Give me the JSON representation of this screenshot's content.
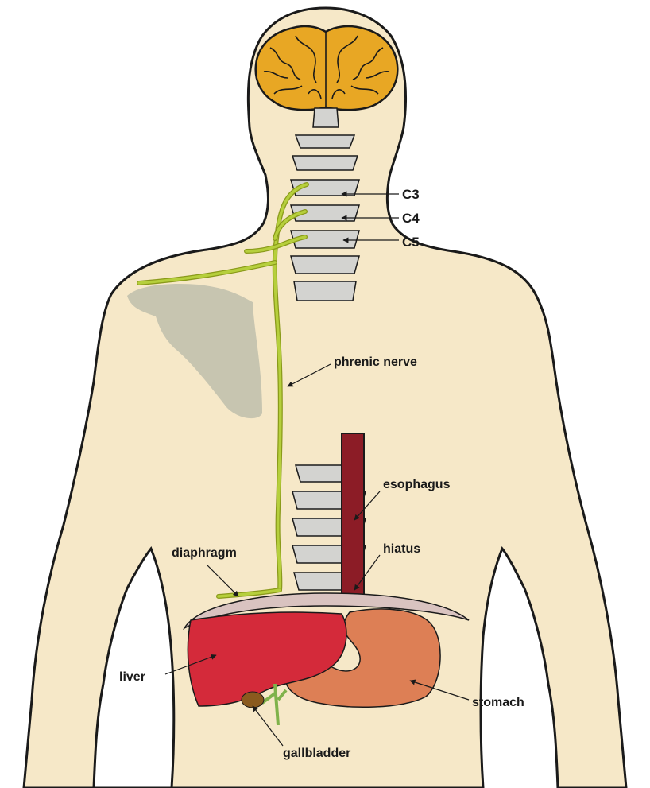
{
  "labels": {
    "c3": "C3",
    "c4": "C4",
    "c5": "C5",
    "phrenic_nerve": "phrenic nerve",
    "esophagus": "esophagus",
    "hiatus": "hiatus",
    "diaphragm": "diaphragm",
    "liver": "liver",
    "stomach": "stomach",
    "gallbladder": "gallbladder"
  },
  "colors": {
    "skin": "#f6e8c8",
    "outline": "#1a1a1a",
    "brain": "#e8a724",
    "vertebra": "#d3d3d0",
    "nerve": "#b6cf3c",
    "scapula": "#c7c5b0",
    "esophagus": "#8c1c26",
    "diaphragm": "#d9c3c0",
    "liver": "#d42a3a",
    "stomach": "#dd7f55",
    "gallbladder": "#8a5a1e",
    "bile_duct": "#7fb24a"
  }
}
